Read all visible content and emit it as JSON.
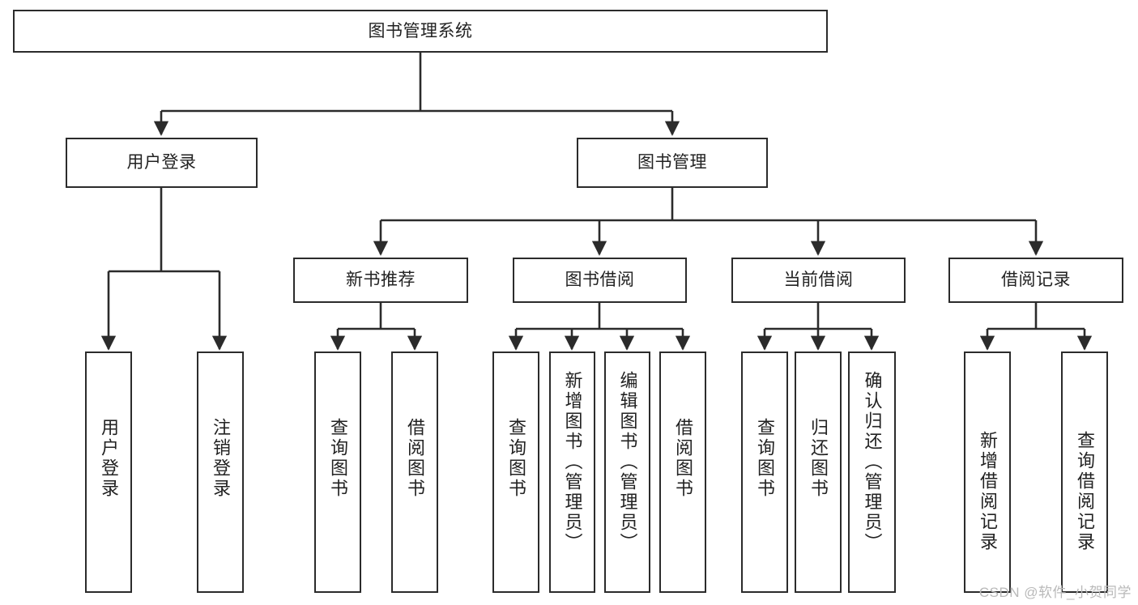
{
  "diagram": {
    "type": "tree-hierarchy-chart",
    "title": "图书管理系统",
    "watermark": "CSDN @软件_小贺同学",
    "colors": {
      "box_border": "#2b2b2b",
      "box_fill": "#ffffff",
      "connector": "#2b2b2b",
      "text": "#222222",
      "watermark": "#b9b9b9",
      "background": "#ffffff"
    },
    "root": {
      "label": "图书管理系统"
    },
    "level2": [
      {
        "label": "用户登录"
      },
      {
        "label": "图书管理"
      }
    ],
    "level3": [
      {
        "label": "新书推荐"
      },
      {
        "label": "图书借阅"
      },
      {
        "label": "当前借阅"
      },
      {
        "label": "借阅记录"
      }
    ],
    "leaves": {
      "user_login": [
        {
          "label": "用户登录"
        },
        {
          "label": "注销登录"
        }
      ],
      "new_book_recommend": [
        {
          "label": "查询图书"
        },
        {
          "label": "借阅图书"
        }
      ],
      "book_borrow": [
        {
          "label": "查询图书"
        },
        {
          "label": "新增图书（管理员）"
        },
        {
          "label": "编辑图书（管理员）"
        },
        {
          "label": "借阅图书"
        }
      ],
      "current_borrow": [
        {
          "label": "查询图书"
        },
        {
          "label": "归还图书"
        },
        {
          "label": "确认归还（管理员）"
        }
      ],
      "borrow_record": [
        {
          "label": "新增借阅记录"
        },
        {
          "label": "查询借阅记录"
        }
      ]
    }
  }
}
